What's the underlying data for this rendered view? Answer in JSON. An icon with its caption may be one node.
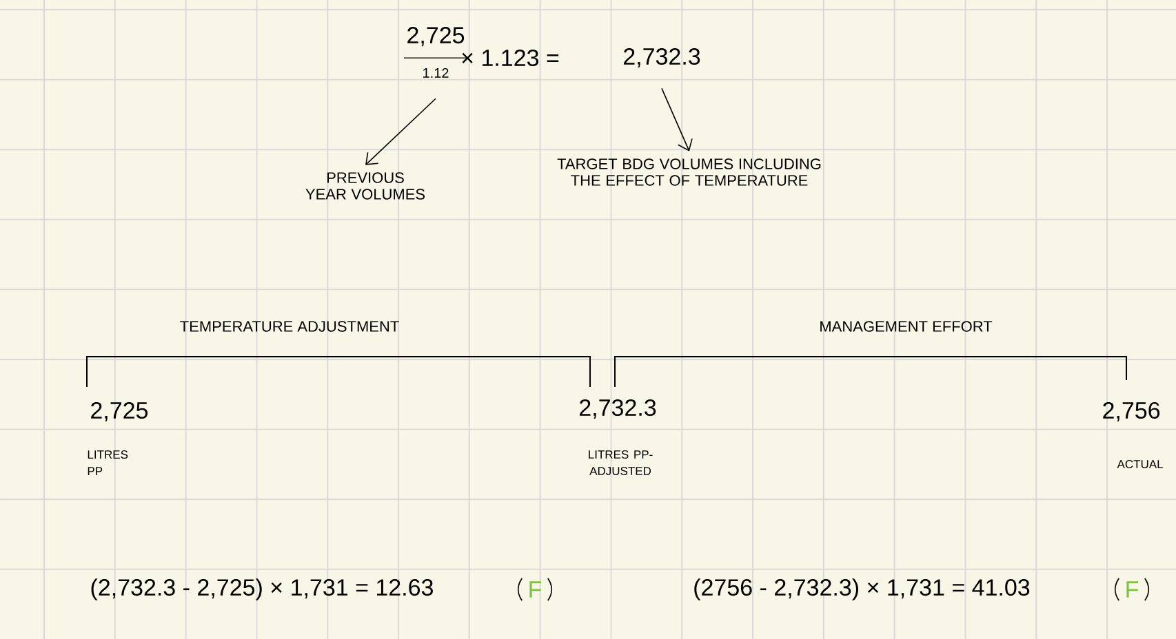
{
  "diagram": {
    "nodes": [
      {
        "text": [
          "2,725",
          "1.12"
        ]
      },
      {
        "text": [
          "2,732.3"
        ]
      },
      {
        "text": [
          "PREVIOUS YEAR VOLUMES"
        ]
      },
      {
        "text": [
          "TARGET BDG VOLUMES INCLUDING THE EFFECT OF TEMPERATURE"
        ]
      }
    ],
    "edges": [
      {
        "from": 0,
        "to": 2,
        "arrow": "to"
      },
      {
        "from": 1,
        "to": 3,
        "arrow": "to"
      }
    ],
    "labels": [
      "× 1.123 =",
      "TEMPERATURE ADJUSTMENT",
      "MANAGEMENT EFFORT",
      "2,725",
      "LITRES PP",
      "2,732.3",
      "LITRES PP-ADJUSTED",
      "2,756",
      "ACTUAL",
      "(2,732.3 - 2,725) × 1,731 = 12.63",
      "F",
      "(2756 - 2,732.3) × 1,731 = 41.03",
      "F"
    ]
  }
}
